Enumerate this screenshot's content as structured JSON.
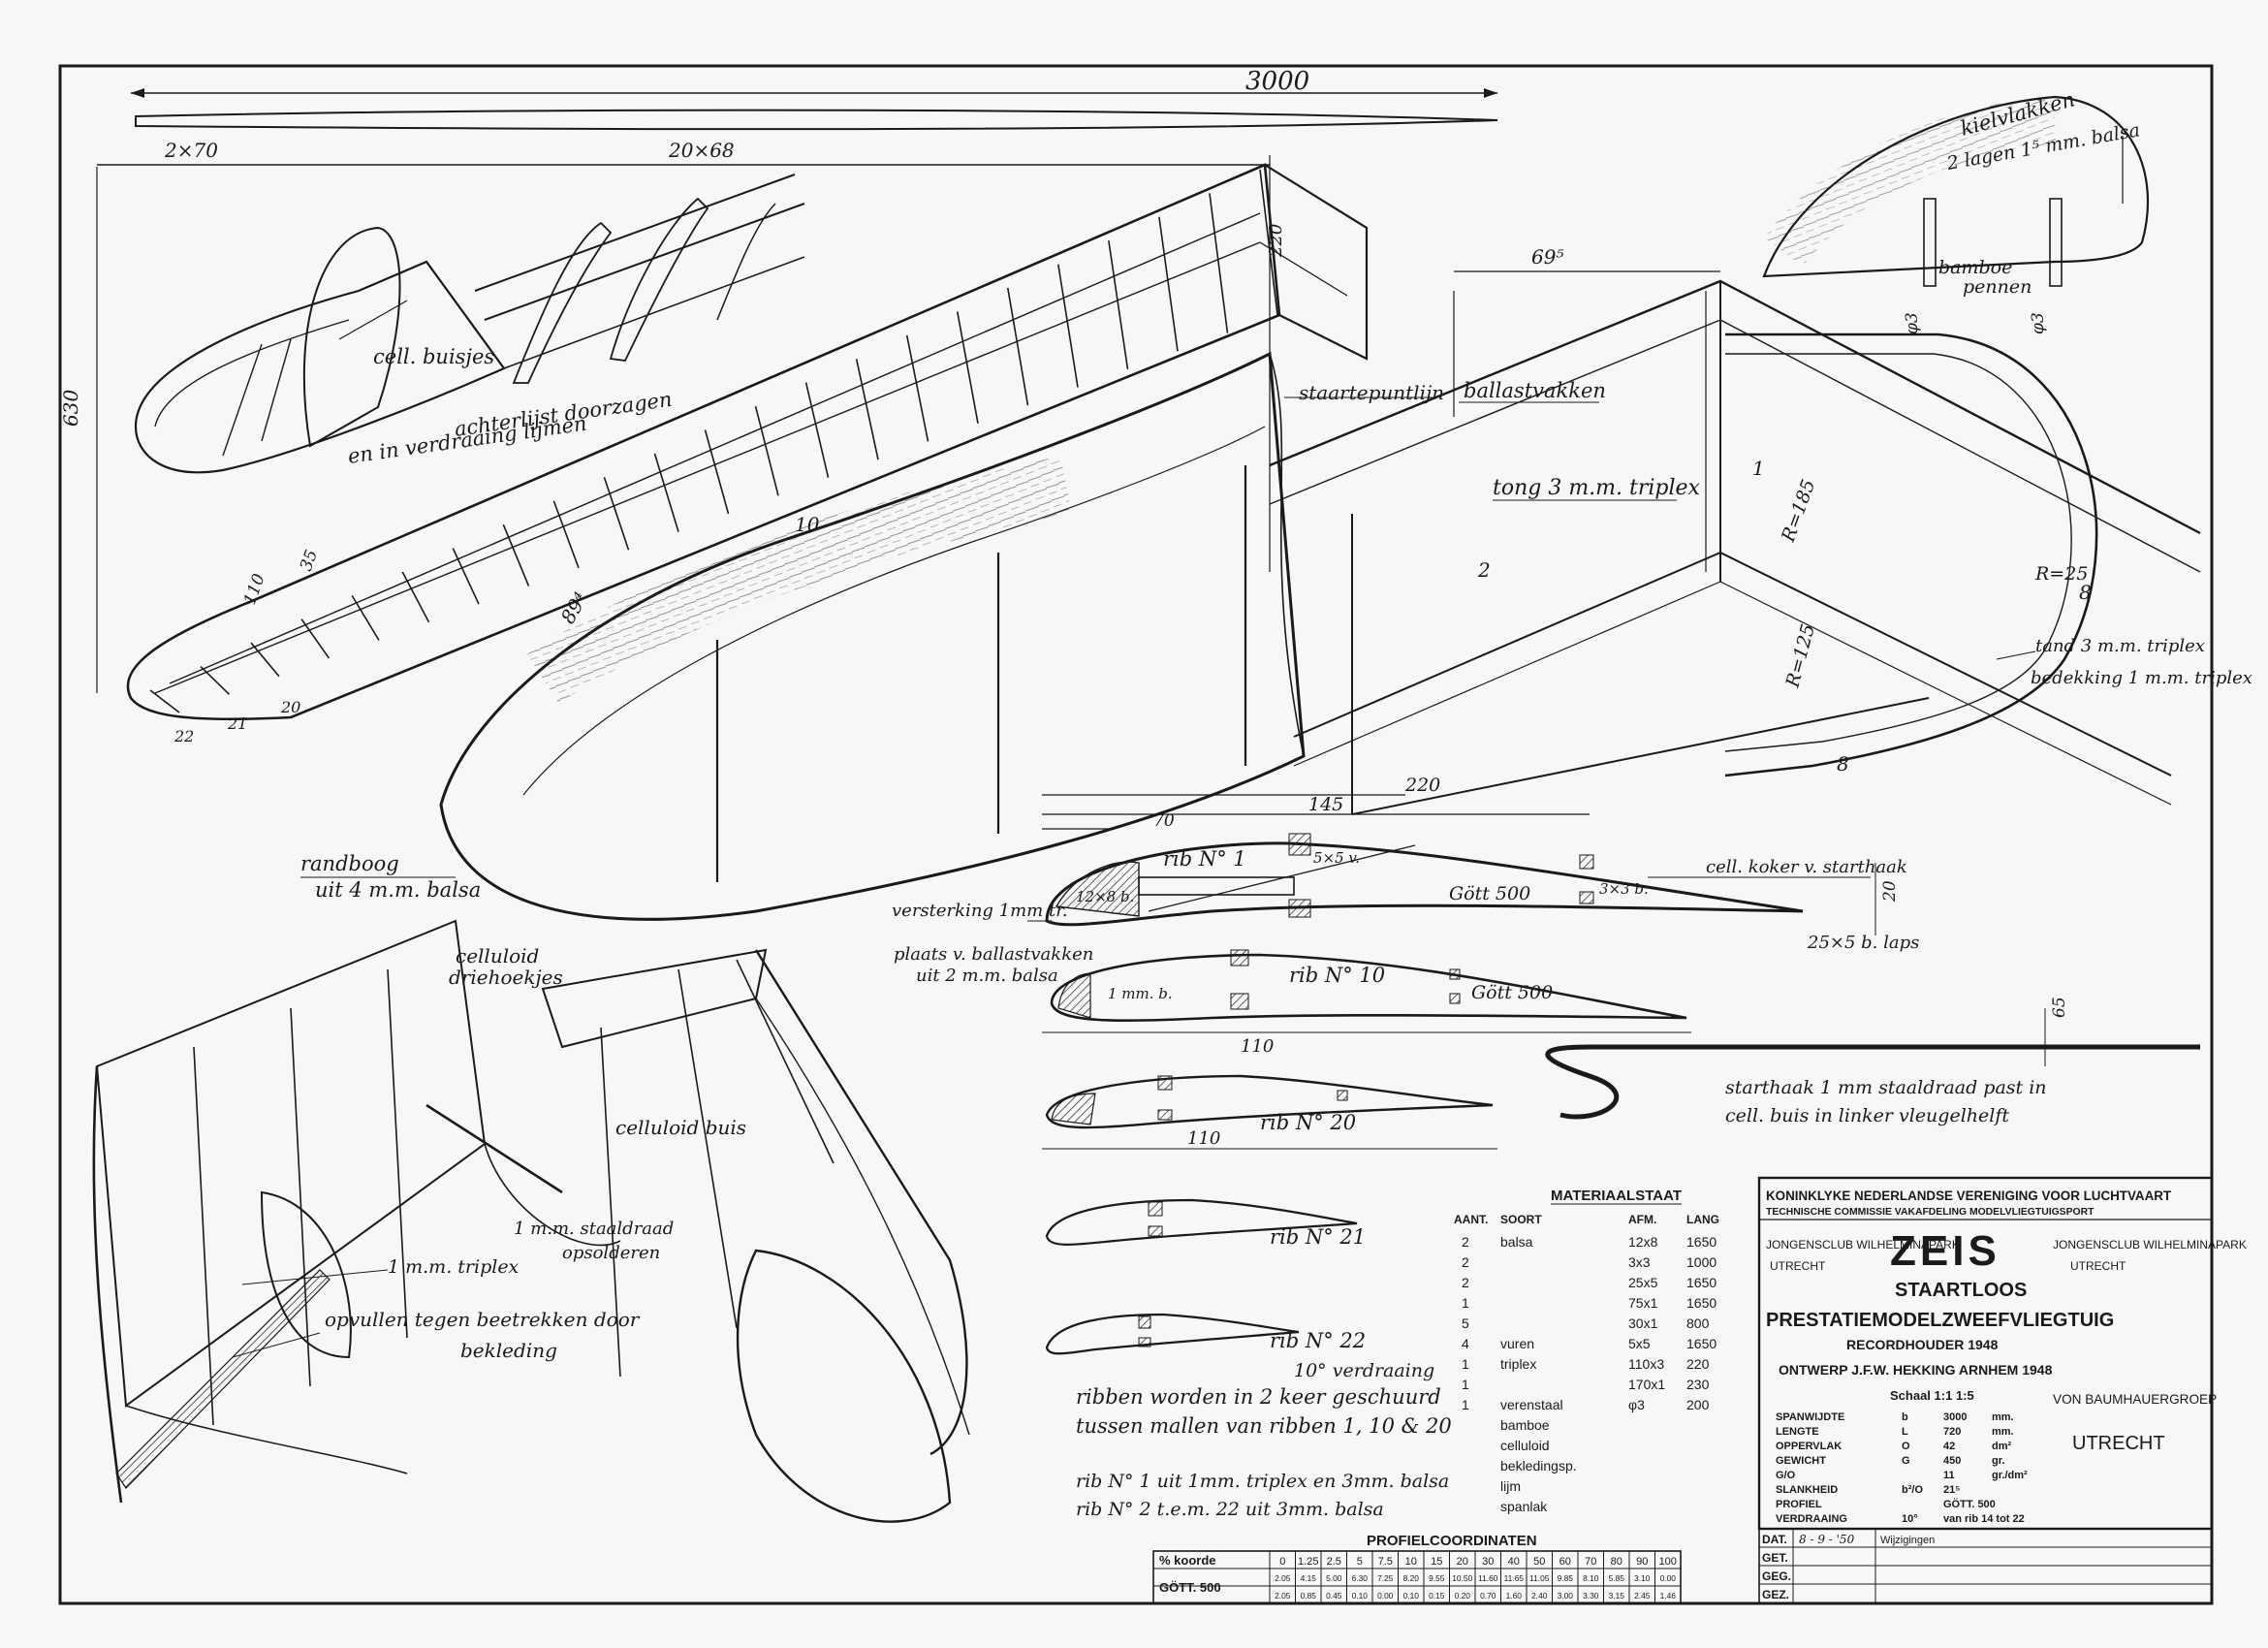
{
  "dimensions": {
    "span": "3000",
    "half_span_div_a": "2×70",
    "half_span_div_b": "20×68",
    "chord_root": "630",
    "wing_tip_height": "220",
    "cell_label": "10",
    "fin_dim": "69⁵",
    "tongue_rad_a": "R=185",
    "tongue_rad_b": "R=25",
    "tongue_rad_c": "R=125",
    "rib_len_a": "145",
    "rib_len_b": "220",
    "rib_len_c": "110",
    "rib_len_d": "110",
    "rib_h": "20",
    "rib_off": "70",
    "hook_dim": "65",
    "num_1": "1",
    "num_2": "2",
    "num_8a": "8",
    "num_8b": "8",
    "num_21": "21",
    "num_22": "22",
    "num_20": "20",
    "num_110": "110",
    "num_35": "35",
    "num_894": "89⁴",
    "phi3a": "φ3",
    "phi3b": "φ3"
  },
  "labels": {
    "cell_buisjes": "cell. buisjes",
    "achterlijst": "achterlijst doorzagen",
    "verdraaing": "en in verdraaing lijmen",
    "staartepunt": "staartepuntlijn",
    "ballastvakken": "ballastvakken",
    "tong": "tong 3 m.m. triplex",
    "tand": "tand 3 m.m. triplex",
    "bedekking": "bedekking 1 m.m. triplex",
    "kielvlakken": "kielvlakken",
    "lagen": "2 lagen 1⁵ mm. balsa",
    "bamboe": "bamboe",
    "pennen": "pennen",
    "randboog": "randboog",
    "uit_balsa": "uit 4 m.m. balsa",
    "versterking": "versterking 1mm tr.",
    "plaats": "plaats v. ballastvakken",
    "uit_2mm": "uit 2 m.m. balsa",
    "rib1": "rib N° 1",
    "rib10": "rib N° 10",
    "rib20": "rib N° 20",
    "rib21": "rib N° 21",
    "rib22": "rib N° 22",
    "verdraaing10": "10° verdraaing",
    "gott500a": "Gött 500",
    "gott500b": "Gött 500",
    "celltoker": "cell. koker v. starthaak",
    "lap": "25×5 b. laps",
    "starthaak": "starthaak 1 mm staaldraad past in",
    "starthaak2": "cell. buis in linker vleugelhelft",
    "sec1": "12×8 b.",
    "sec2": "5×5 v.",
    "sec3": "3×3 b.",
    "sec4": "1 mm. b.",
    "celluloid": "celluloid",
    "driehoekjes": "driehoekjes",
    "celluloid_buis": "celluloid buis",
    "staaldraad": "1 m.m. staaldraad",
    "opsolderen": "opsolderen",
    "triplex1": "1 m.m. triplex",
    "opvullen": "opvullen tegen beetrekken door",
    "bekleding": "bekleding",
    "note1": "ribben worden in 2 keer geschuurd",
    "note2": "tussen mallen van ribben 1, 10 & 20",
    "note3": "rib N° 1 uit 1mm. triplex en 3mm. balsa",
    "note4": "rib N° 2 t.e.m. 22 uit 3mm. balsa"
  },
  "material": {
    "title": "MATERIAALSTAAT",
    "headers": [
      "AANT.",
      "SOORT",
      "AFM.",
      "LANG"
    ],
    "rows": [
      [
        "2",
        "balsa",
        "12x8",
        "1650"
      ],
      [
        "2",
        "",
        "3x3",
        "1000"
      ],
      [
        "2",
        "",
        "25x5",
        "1650"
      ],
      [
        "1",
        "",
        "75x1",
        "1650"
      ],
      [
        "5",
        "",
        "30x1",
        "800"
      ],
      [
        "4",
        "vuren",
        "5x5",
        "1650"
      ],
      [
        "1",
        "triplex",
        "110x3",
        "220"
      ],
      [
        "1",
        "",
        "170x1",
        "230"
      ],
      [
        "1",
        "verenstaal",
        "φ3",
        "200"
      ],
      [
        "",
        "bamboe",
        "",
        ""
      ],
      [
        "",
        "celluloid",
        "",
        ""
      ],
      [
        "",
        "bekledingsp.",
        "",
        ""
      ],
      [
        "",
        "lijm",
        "",
        ""
      ],
      [
        "",
        "spanlak",
        "",
        ""
      ]
    ]
  },
  "title_block": {
    "top": "KONINKLYKE NEDERLANDSE VERENIGING VOOR LUCHTVAART",
    "sub": "TECHNISCHE COMMISSIE VAKAFDELING MODELVLIEGTUIGSPORT",
    "club_left": "JONGENSCLUB WILHELMINAPARK",
    "club_right": "JONGENSCLUB WILHELMINAPARK",
    "name": "ZEIS",
    "city_l": "UTRECHT",
    "city_r": "UTRECHT",
    "type1": "STAARTLOOS",
    "type2": "PRESTATIEMODELZWEEFVLIEGTUIG",
    "record": "RECORDHOUDER 1948",
    "ontwerp": "ONTWERP   J.F.W. HEKKING  ARNHEM   1948",
    "schaal": "Schaal   1:1    1:5",
    "stamp1": "VON BAUMHAUERGROEP",
    "stamp2": "UTRECHT",
    "specs": [
      [
        "SPANWIJDTE",
        "b",
        "3000",
        "mm."
      ],
      [
        "LENGTE",
        "L",
        "720",
        "mm."
      ],
      [
        "OPPERVLAK",
        "O",
        "42",
        "dm²"
      ],
      [
        "GEWICHT",
        "G",
        "450",
        "gr."
      ],
      [
        "G/O",
        "",
        "11",
        "gr./dm²"
      ],
      [
        "SLANKHEID",
        "b²/O",
        "21⁵",
        ""
      ],
      [
        "PROFIEL",
        "",
        "GÖTT. 500",
        ""
      ],
      [
        "VERDRAAING",
        "10°",
        "van rib 14 tot 22",
        ""
      ]
    ],
    "dat": "DAT.",
    "dat_val": "8 - 9 - '50",
    "get": "GET.",
    "geg": "GEG.",
    "gez": "GEZ.",
    "wijz": "Wijzigingen"
  },
  "profile": {
    "title": "PROFIELCOORDINATEN",
    "x_label": "% koorde",
    "row_label": "GÖTT. 500",
    "x": [
      "0",
      "1.25",
      "2.5",
      "5",
      "7.5",
      "10",
      "15",
      "20",
      "30",
      "40",
      "50",
      "60",
      "70",
      "80",
      "90",
      "100"
    ],
    "upper": [
      "2.05",
      "4.15",
      "5.00",
      "6.30",
      "7.25",
      "8.20",
      "9.55",
      "10.50",
      "11.60",
      "11.65",
      "11.05",
      "9.85",
      "8.10",
      "5.85",
      "3.10",
      "0.00"
    ],
    "lower": [
      "2.05",
      "0.85",
      "0.45",
      "0.10",
      "0.00",
      "0.10",
      "0.15",
      "0.20",
      "0.70",
      "1.60",
      "2.40",
      "3.00",
      "3.30",
      "3.15",
      "2.45",
      "1.46"
    ]
  }
}
